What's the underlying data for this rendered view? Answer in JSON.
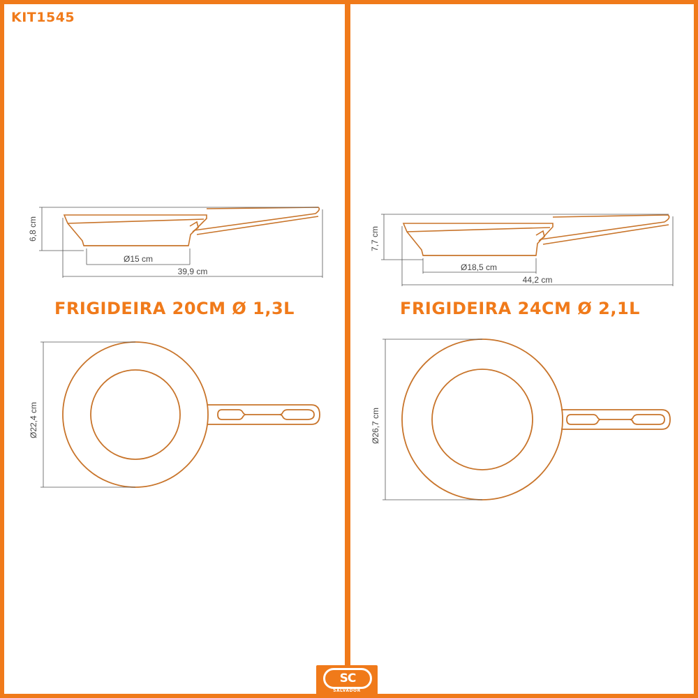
{
  "kit": {
    "code": "KIT1545"
  },
  "colors": {
    "accent": "#f07a1a",
    "line": "#c8742a",
    "dim": "#555555"
  },
  "pans": [
    {
      "title": "FRIGIDEIRA 20CM Ø 1,3L",
      "height_label": "6,8 cm",
      "base_label": "Ø15 cm",
      "length_label": "39,9 cm",
      "diameter_label": "Ø22,4 cm"
    },
    {
      "title": "FRIGIDEIRA 24CM Ø 2,1L",
      "height_label": "7,7 cm",
      "base_label": "Ø18,5 cm",
      "length_label": "44,2 cm",
      "diameter_label": "Ø26,7 cm"
    }
  ],
  "logo": {
    "letters": "SC",
    "subtitle": "SALVADOR"
  }
}
